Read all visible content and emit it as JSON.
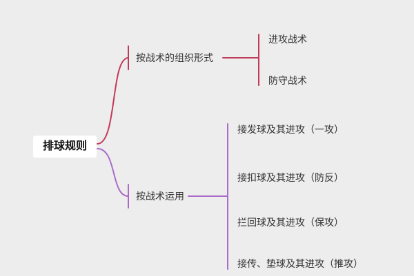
{
  "canvas": {
    "background": "#ededed"
  },
  "colors": {
    "branch_top": "#c23a5a",
    "branch_bottom": "#ab6bc9",
    "text": "#333333",
    "root_text": "#111111",
    "root_background": "#ffffff"
  },
  "mindmap": {
    "root": "排球规则",
    "branches": [
      {
        "label": "按战术的组织形式",
        "children": [
          "进攻战术",
          "防守战术"
        ]
      },
      {
        "label": "按战术运用",
        "children": [
          "接发球及其进攻（一攻）",
          "接扣球及其进攻（防反）",
          "拦回球及其进攻（保攻）",
          "接传、垫球及其进攻（推攻）"
        ]
      }
    ]
  }
}
